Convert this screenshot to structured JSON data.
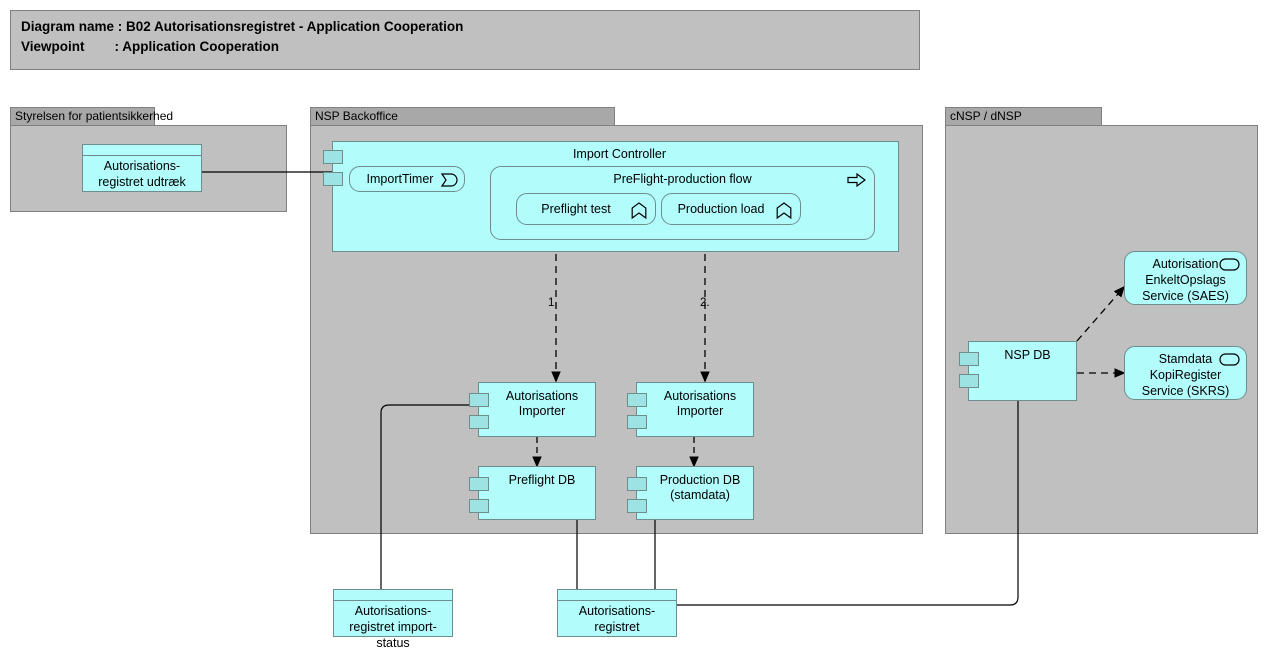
{
  "header": {
    "line1": "Diagram name : B02 Autorisationsregistret - Application Cooperation",
    "line2": "Viewpoint        : Application Cooperation"
  },
  "groups": [
    {
      "id": "styrelsen",
      "label": "Styrelsen for patientsikkerhed"
    },
    {
      "id": "nsp-backoffice",
      "label": "NSP Backoffice"
    },
    {
      "id": "cnsp-dnsp",
      "label": "cNSP / dNSP"
    }
  ],
  "elements": {
    "autorisationsregistret_udtraek": {
      "label": "Autorisations-\nregistret udtræk",
      "type": "data-object"
    },
    "import_controller": {
      "label": "Import Controller",
      "type": "application-component"
    },
    "import_timer": {
      "label": "ImportTimer",
      "type": "application-event",
      "icon": "event-icon"
    },
    "preflight_production_flow": {
      "label": "PreFlight-production flow",
      "type": "application-process",
      "icon": "process-arrow-icon"
    },
    "preflight_test": {
      "label": "Preflight test",
      "type": "application-function",
      "icon": "function-icon"
    },
    "production_load": {
      "label": "Production load",
      "type": "application-function",
      "icon": "function-icon"
    },
    "importer_left": {
      "label": "Autorisations\nImporter",
      "type": "application-component"
    },
    "importer_right": {
      "label": "Autorisations\nImporter",
      "type": "application-component"
    },
    "preflight_db": {
      "label": "Preflight DB",
      "type": "application-component"
    },
    "production_db": {
      "label": "Production DB\n(stamdata)",
      "type": "application-component"
    },
    "nsp_db": {
      "label": "NSP DB",
      "type": "application-component"
    },
    "saes": {
      "label": "Autorisation\nEnkeltOpslags\nService (SAES)",
      "type": "application-service",
      "icon": "service-oval-icon"
    },
    "skrs": {
      "label": "Stamdata\nKopiRegister\nService (SKRS)",
      "type": "application-service",
      "icon": "service-oval-icon"
    },
    "import_status": {
      "label": "Autorisations-\nregistret import-\nstatus",
      "type": "data-object"
    },
    "autorisationsregistret": {
      "label": "Autorisations-\nregistret",
      "type": "data-object"
    }
  },
  "connection_labels": {
    "flow_1": "1.",
    "flow_2": "2."
  },
  "colors": {
    "element_fill": "#b2fcfc",
    "element_stroke": "#6e8e8e",
    "group_body": "#c0c0c0",
    "group_tab": "#a8a8a8",
    "group_stroke": "#808080",
    "line": "#000000"
  }
}
